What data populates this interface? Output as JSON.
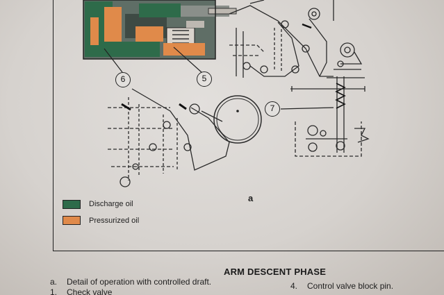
{
  "figure": {
    "callouts": [
      "6",
      "5",
      "7"
    ],
    "panel_label": "a"
  },
  "legend": [
    {
      "label": "Discharge oil",
      "color": "#2e6b4a"
    },
    {
      "label": "Pressurized oil",
      "color": "#e08a4a"
    }
  ],
  "caption": {
    "title": "ARM DESCENT PHASE",
    "items": [
      {
        "key": "a.",
        "text": "Detail of operation with controlled draft."
      },
      {
        "key": "1.",
        "text": "Check valve"
      },
      {
        "key": "4.",
        "text": "Control valve block pin."
      }
    ]
  },
  "colors": {
    "discharge": "#2e6b4a",
    "pressurized": "#e08a4a",
    "ink": "#222222"
  }
}
